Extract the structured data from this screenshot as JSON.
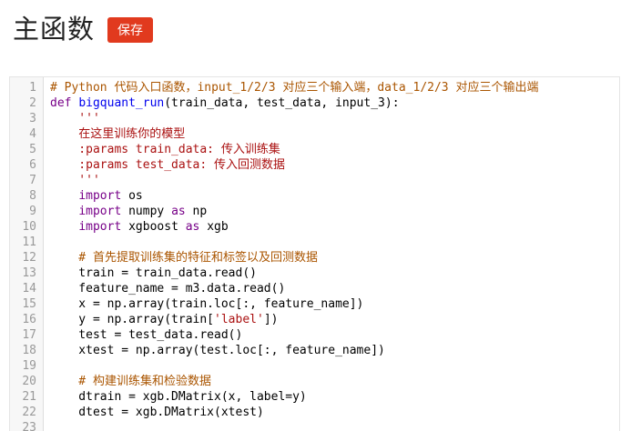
{
  "page": {
    "title": "主函数",
    "save_button": "保存"
  },
  "colors": {
    "accent": "#e13a1e",
    "comment": "#aa5500",
    "keyword": "#770088",
    "definition": "#0000ee",
    "string": "#aa1111",
    "plain": "#000000",
    "line_number": "#999999"
  },
  "editor": {
    "language": "python",
    "lines": [
      {
        "n": "1",
        "segs": [
          [
            "com",
            "# Python 代码入口函数，input_1/2/3 对应三个输入端，data_1/2/3 对应三个输出端"
          ]
        ]
      },
      {
        "n": "2",
        "segs": [
          [
            "kw",
            "def"
          ],
          [
            "plain",
            " "
          ],
          [
            "def",
            "bigquant_run"
          ],
          [
            "plain",
            "(train_data, test_data, input_3):"
          ]
        ]
      },
      {
        "n": "3",
        "segs": [
          [
            "str",
            "    '''"
          ]
        ]
      },
      {
        "n": "4",
        "segs": [
          [
            "str",
            "    在这里训练你的模型"
          ]
        ]
      },
      {
        "n": "5",
        "segs": [
          [
            "str",
            "    :params train_data: 传入训练集"
          ]
        ]
      },
      {
        "n": "6",
        "segs": [
          [
            "str",
            "    :params test_data: 传入回测数据"
          ]
        ]
      },
      {
        "n": "7",
        "segs": [
          [
            "str",
            "    '''"
          ]
        ]
      },
      {
        "n": "8",
        "segs": [
          [
            "plain",
            "    "
          ],
          [
            "kw",
            "import"
          ],
          [
            "plain",
            " os"
          ]
        ]
      },
      {
        "n": "9",
        "segs": [
          [
            "plain",
            "    "
          ],
          [
            "kw",
            "import"
          ],
          [
            "plain",
            " numpy "
          ],
          [
            "kw",
            "as"
          ],
          [
            "plain",
            " np"
          ]
        ]
      },
      {
        "n": "10",
        "segs": [
          [
            "plain",
            "    "
          ],
          [
            "kw",
            "import"
          ],
          [
            "plain",
            " xgboost "
          ],
          [
            "kw",
            "as"
          ],
          [
            "plain",
            " xgb"
          ]
        ]
      },
      {
        "n": "11",
        "segs": []
      },
      {
        "n": "12",
        "segs": [
          [
            "com",
            "    # 首先提取训练集的特征和标签以及回测数据"
          ]
        ]
      },
      {
        "n": "13",
        "segs": [
          [
            "plain",
            "    train = train_data.read()"
          ]
        ]
      },
      {
        "n": "14",
        "segs": [
          [
            "plain",
            "    feature_name = m3.data.read()"
          ]
        ]
      },
      {
        "n": "15",
        "segs": [
          [
            "plain",
            "    x = np.array(train.loc[:, feature_name])"
          ]
        ]
      },
      {
        "n": "16",
        "segs": [
          [
            "plain",
            "    y = np.array(train["
          ],
          [
            "str",
            "'label'"
          ],
          [
            "plain",
            "])"
          ]
        ]
      },
      {
        "n": "17",
        "segs": [
          [
            "plain",
            "    test = test_data.read()"
          ]
        ]
      },
      {
        "n": "18",
        "segs": [
          [
            "plain",
            "    xtest = np.array(test.loc[:, feature_name])"
          ]
        ]
      },
      {
        "n": "19",
        "segs": []
      },
      {
        "n": "20",
        "segs": [
          [
            "com",
            "    # 构建训练集和检验数据"
          ]
        ]
      },
      {
        "n": "21",
        "segs": [
          [
            "plain",
            "    dtrain = xgb.DMatrix(x, label=y)"
          ]
        ]
      },
      {
        "n": "22",
        "segs": [
          [
            "plain",
            "    dtest = xgb.DMatrix(xtest)"
          ]
        ]
      },
      {
        "n": "23",
        "segs": []
      }
    ]
  }
}
